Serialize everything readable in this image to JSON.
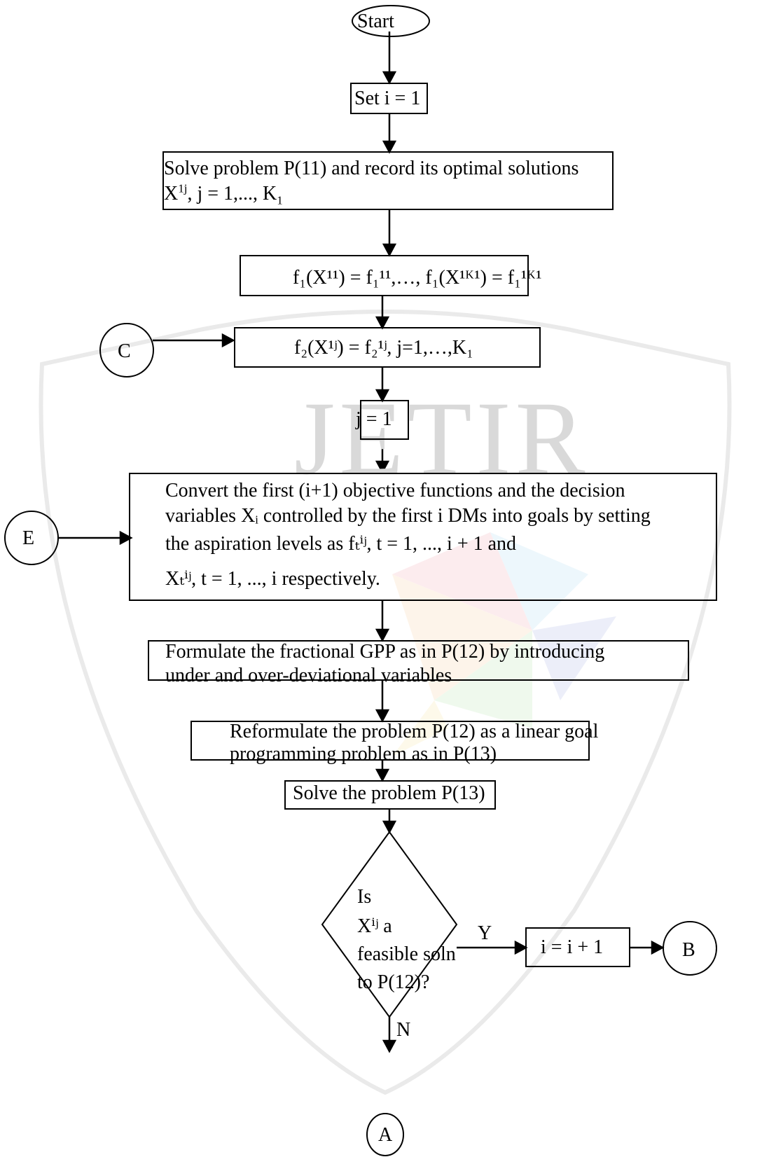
{
  "watermark": "JETIR",
  "nodes": {
    "start": "Start",
    "set_i": "Set i = 1",
    "solve_p11_line1": "Solve problem P(11) and record its optimal solutions",
    "solve_p11_line2": "X",
    "solve_p11_sup": "1j",
    "solve_p11_rest": ", j = 1,..., K",
    "solve_p11_sub": "1",
    "f1_text": "f₁(X¹¹) = f₁¹¹,…, f₁(X¹ᴷ¹) = f₁¹ᴷ¹",
    "f2_text": "f₂(X¹ʲ) = f₂¹ʲ, j=1,…,K₁",
    "j1": "j = 1",
    "convert_line1": "Convert the first (i+1) objective functions and the decision",
    "convert_line2": "variables Xᵢ controlled by the first i DMs into goals by setting",
    "convert_line3": "the aspiration levels as fₜⁱʲ, t = 1, ..., i + 1 and",
    "convert_line4": "Xₜⁱʲ, t = 1, ..., i respectively.",
    "formulate_line1": "Formulate the fractional GPP as in P(12) by introducing",
    "formulate_line2": "under and over-deviational variables",
    "reformulate_line1": "Reformulate the problem P(12) as a linear goal",
    "reformulate_line2": "programming problem as in P(13)",
    "solve_p13": "Solve the problem P(13)",
    "decision_line1": "Is",
    "decision_line2": "Xⁱʲ a",
    "decision_line3": "feasible soln",
    "decision_line4": "to P(12)?",
    "increment": "i = i + 1",
    "connector_a": "A",
    "connector_b": "B",
    "connector_c": "C",
    "connector_e": "E",
    "label_yes": "Y",
    "label_no": "N"
  }
}
